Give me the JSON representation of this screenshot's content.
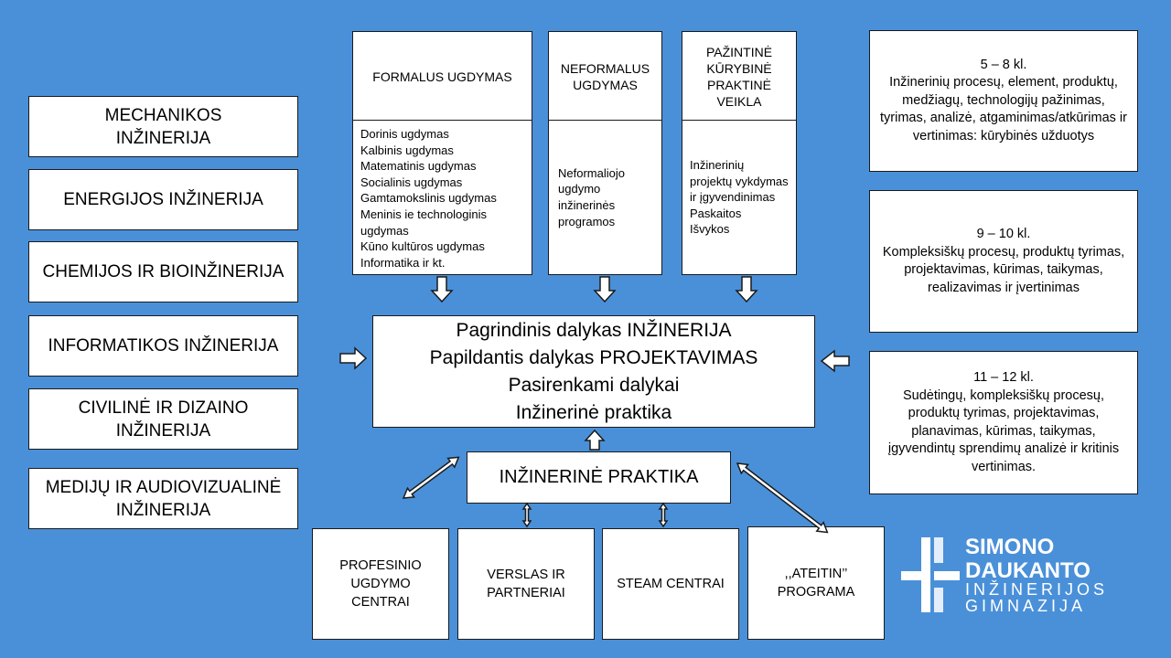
{
  "engineering_fields": [
    "MECHANIKOS\nINŽINERIJA",
    "ENERGIJOS INŽINERIJA",
    "CHEMIJOS IR BIOINŽINERIJA",
    "INFORMATIKOS INŽINERIJA",
    "CIVILINĖ IR DIZAINO\nINŽINERIJA",
    "MEDIJŲ IR AUDIOVIZUALINĖ\nINŽINERIJA"
  ],
  "columns": {
    "formal": {
      "title": "FORMALUS UGDYMAS",
      "items": [
        "Dorinis ugdymas",
        "Kalbinis ugdymas",
        "Matematinis ugdymas",
        "Socialinis ugdymas",
        "Gamtamokslinis ugdymas",
        "Meninis ie technologinis ugdymas",
        "Kūno kultūros ugdymas",
        "Informatika ir kt."
      ]
    },
    "nonformal": {
      "title": "NEFORMALUS\nUGDYMAS",
      "items": [
        "Neformaliojo ugdymo inžinerinės programos"
      ]
    },
    "creative": {
      "title": "PAŽINTINĖ\nKŪRYBINĖ\nPRAKTINĖ\nVEIKLA",
      "items": [
        "Inžinerinių projektų vykdymas ir įgyvendinimas",
        "Paskaitos",
        "Išvykos"
      ]
    }
  },
  "grades": [
    {
      "label": "5 – 8 kl.",
      "text": "Inžinerinių procesų, element, produktų, medžiagų, technologijų pažinimas, tyrimas, analizė, atgaminimas/atkūrimas ir vertinimas: kūrybinės užduotys"
    },
    {
      "label": "9 – 10 kl.",
      "text": "Kompleksiškų procesų, produktų tyrimas, projektavimas, kūrimas, taikymas, realizavimas ir įvertinimas"
    },
    {
      "label": "11 – 12 kl.",
      "text": "Sudėtingų, kompleksiškų procesų, produktų tyrimas, projektavimas, planavimas, kūrimas, taikymas, įgyvendintų sprendimų analizė ir kritinis vertinimas."
    }
  ],
  "main_subjects": [
    "Pagrindinis dalykas INŽINERIJA",
    "Papildantis dalykas  PROJEKTAVIMAS",
    "Pasirenkami dalykai",
    "Inžinerinė praktika"
  ],
  "practice": {
    "title": "INŽINERINĖ PRAKTIKA"
  },
  "partners": [
    "PROFESINIO\nUGDYMO\nCENTRAI",
    "VERSLAS IR\nPARTNERIAI",
    "STEAM CENTRAI",
    ",,ATEITIN’’\nPROGRAMA"
  ],
  "logo": {
    "line1": "SIMONO",
    "line2": "DAUKANTO",
    "line3": "INŽINERIJOS",
    "line4": "GIMNAZIJA"
  },
  "colors": {
    "background": "#4a90d9",
    "box": "#ffffff",
    "border": "#1a1a1a"
  }
}
